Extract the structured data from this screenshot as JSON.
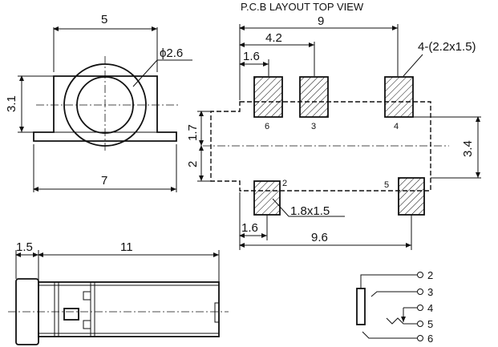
{
  "header": {
    "title": "P.C.B LAYOUT  TOP VIEW"
  },
  "front_view": {
    "width_top": "5",
    "diameter": "ϕ2.6",
    "height": "3.1",
    "width_bottom": "7"
  },
  "side_view": {
    "flange": "1.5",
    "length": "11"
  },
  "pcb_layout": {
    "overall_width": "9",
    "pad_offset_42": "4.2",
    "pad_offset_16_top": "1.6",
    "pad_size_top": "4-(2.2x1.5)",
    "pad_size_bottom": "1.8x1.5",
    "dim_17": "1.7",
    "dim_2": "2",
    "dim_34": "3.4",
    "pad_offset_16_bottom": "1.6",
    "dim_96": "9.6",
    "pin_labels": [
      "6",
      "3",
      "4",
      "2",
      "5"
    ]
  },
  "schematic": {
    "pins": [
      "2",
      "3",
      "4",
      "5",
      "6"
    ]
  }
}
